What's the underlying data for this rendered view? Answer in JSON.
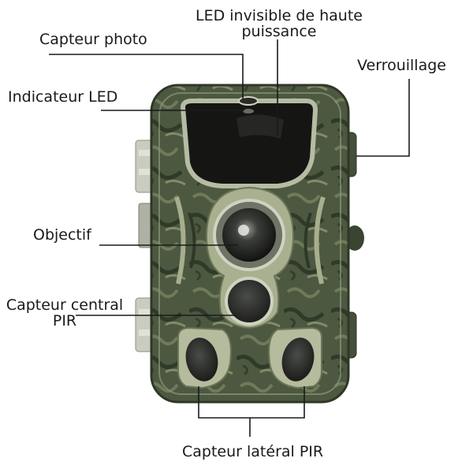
{
  "labels": {
    "led_haute_puissance": "LED invisible de haute puissance",
    "led_line1": "LED invisible de haute",
    "led_line2": "puissance",
    "capteur_photo": "Capteur photo",
    "verrouillage": "Verrouillage",
    "indicateur_led": "Indicateur LED",
    "objectif": "Objectif",
    "capteur_central_pir_line1": "Capteur central",
    "capteur_central_pir_line2": "PIR",
    "capteur_lateral_pir": "Capteur latéral PIR"
  },
  "colors": {
    "camo_dark": "#3e4a33",
    "camo_mid": "#5f6b4c",
    "camo_light": "#8a9470",
    "frame_light": "#b8bda4",
    "glass": "#1b1c19",
    "leader_line": "#1a1a1a"
  }
}
